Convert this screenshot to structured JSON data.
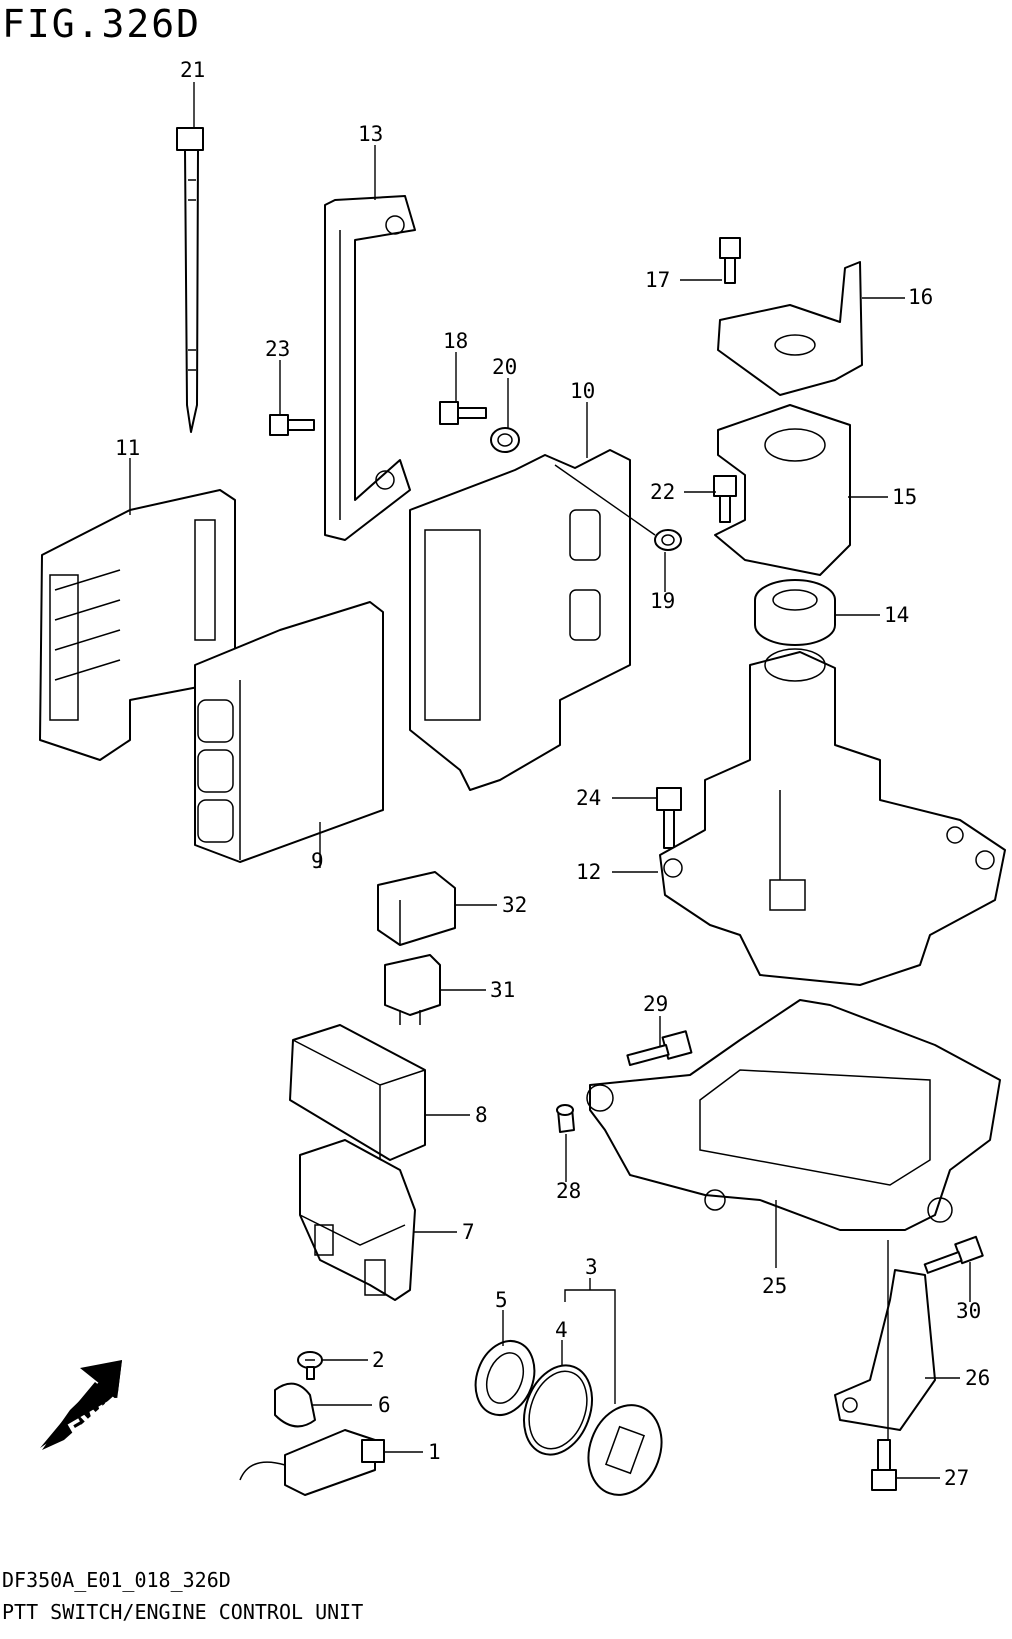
{
  "figure_title": "FIG.326D",
  "drawing_code": "DF350A_E01_018_326D",
  "caption": "PTT SWITCH/ENGINE CONTROL UNIT",
  "fwd_label": "FWD",
  "callouts": {
    "p1": "1",
    "p2": "2",
    "p3": "3",
    "p4": "4",
    "p5": "5",
    "p6": "6",
    "p7": "7",
    "p8": "8",
    "p9": "9",
    "p10": "10",
    "p11": "11",
    "p12": "12",
    "p13": "13",
    "p14": "14",
    "p15": "15",
    "p16": "16",
    "p17": "17",
    "p18": "18",
    "p19": "19",
    "p20": "20",
    "p21": "21",
    "p22": "22",
    "p23": "23",
    "p24": "24",
    "p25": "25",
    "p26": "26",
    "p27": "27",
    "p28": "28",
    "p29": "29",
    "p30": "30",
    "p31": "31",
    "p32": "32"
  }
}
